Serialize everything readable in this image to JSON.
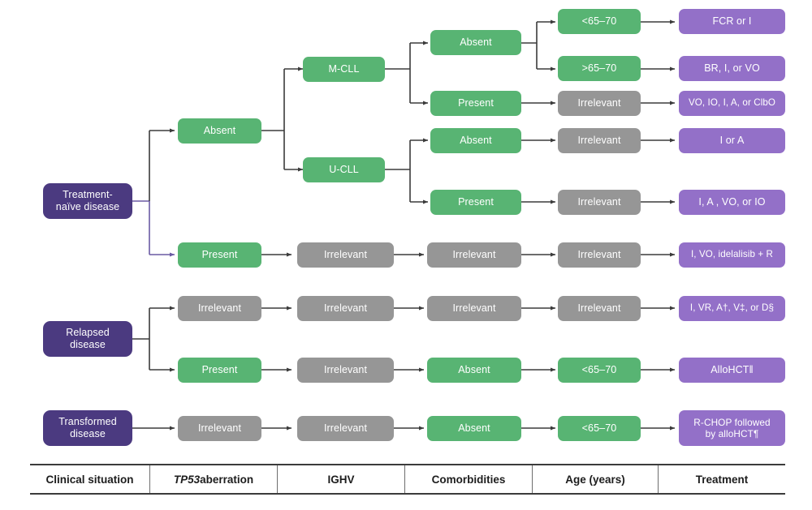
{
  "figure": {
    "type": "decision-tree",
    "title": "CLL treatment decision tree"
  },
  "palette": {
    "root_purple": "#4b3a80",
    "green": "#58b473",
    "gray": "#969696",
    "treatment_purple": "#9370c8",
    "wire_dark": "#3b3b3b",
    "wire_purple": "#6a5aa3",
    "text_on_node": "#ffffff",
    "footer_text": "#1d1d1d"
  },
  "columns": [
    {
      "key": "clinical_situation",
      "label": "Clinical situation"
    },
    {
      "key": "tp53",
      "label": "TP53 aberration",
      "italic_prefix": "TP53",
      "rest": " aberration"
    },
    {
      "key": "ighv",
      "label": "IGHV"
    },
    {
      "key": "comorbidities",
      "label": "Comorbidities"
    },
    {
      "key": "age",
      "label": "Age (years)"
    },
    {
      "key": "treatment",
      "label": "Treatment"
    }
  ],
  "nodes": {
    "root_tn": "Treatment-\nnaïve disease",
    "root_tn_line1": "Treatment-",
    "root_tn_line2": "naïve disease",
    "root_relapsed_line1": "Relapsed",
    "root_relapsed_line2": "disease",
    "root_transformed_line1": "Transformed",
    "root_transformed_line2": "disease",
    "tp53_absent": "Absent",
    "tp53_present": "Present",
    "tp53_irrelevant_r1": "Irrelevant",
    "tp53_present_r2": "Present",
    "tp53_irrelevant_t1": "Irrelevant",
    "ighv_mcll": "M-CLL",
    "ighv_ucll": "U-CLL",
    "ighv_irrelevant_tn": "Irrelevant",
    "ighv_irrelevant_r1": "Irrelevant",
    "ighv_irrelevant_r2": "Irrelevant",
    "ighv_irrelevant_t1": "Irrelevant",
    "com_absent_m": "Absent",
    "com_present_m": "Present",
    "com_absent_u": "Absent",
    "com_present_u": "Present",
    "com_irrelevant_tn": "Irrelevant",
    "com_irrelevant_r1": "Irrelevant",
    "com_absent_r2": "Absent",
    "com_absent_t1": "Absent",
    "age_lt_m": "<65–70",
    "age_gt_m": ">65–70",
    "age_irrelevant_m_present": "Irrelevant",
    "age_irrelevant_u_absent": "Irrelevant",
    "age_irrelevant_u_present": "Irrelevant",
    "age_irrelevant_tn_present": "Irrelevant",
    "age_irrelevant_r1": "Irrelevant",
    "age_lt_r2": "<65–70",
    "age_lt_t1": "<65–70",
    "tx_1": "FCR or I",
    "tx_2": "BR, I, or VO",
    "tx_3": "VO, IO, I, A, or ClbO",
    "tx_4": "I or A",
    "tx_5": "I, A , VO, or IO",
    "tx_6": "I, VO, idelalisib + R",
    "tx_7": "I, VR, A†, V‡, or D§",
    "tx_7_plain": "I, VR, A",
    "tx_8": "AlloHCT‖",
    "tx_8_base": "AlloHCT",
    "tx_8_sup": "‖",
    "tx_9_line1": "R-CHOP followed",
    "tx_9_line2": "by alloHCT¶",
    "tx_9_line2_base": "by alloHCT",
    "tx_9_line2_sup": "¶"
  }
}
